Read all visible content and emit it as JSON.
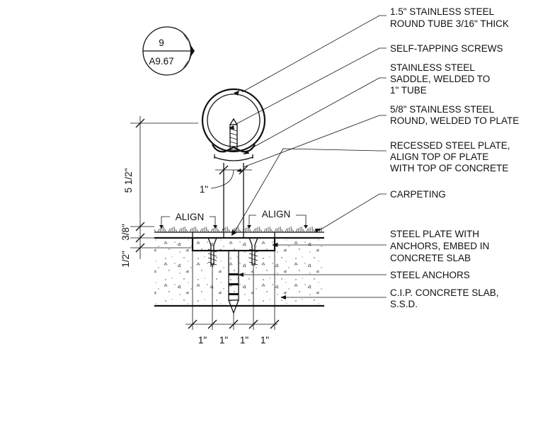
{
  "section_marker": {
    "number": "9",
    "sheet": "A9.67"
  },
  "callouts": [
    {
      "line1": "1.5\" STAINLESS STEEL",
      "line2": "ROUND TUBE 3/16\" THICK"
    },
    {
      "line1": "SELF-TAPPING SCREWS"
    },
    {
      "line1": "STAINLESS STEEL",
      "line2": "SADDLE, WELDED TO",
      "line3": "1\" TUBE"
    },
    {
      "line1": "5/8\" STAINLESS STEEL",
      "line2": "ROUND, WELDED TO PLATE"
    },
    {
      "line1": "RECESSED STEEL PLATE,",
      "line2": "ALIGN TOP OF PLATE",
      "line3": "WITH TOP OF CONCRETE"
    },
    {
      "line1": "CARPETING"
    },
    {
      "line1": "STEEL PLATE WITH",
      "line2": "ANCHORS, EMBED IN",
      "line3": "CONCRETE SLAB"
    },
    {
      "line1": "STEEL ANCHORS"
    },
    {
      "line1": "C.I.P. CONCRETE SLAB,",
      "line2": "S.S.D."
    }
  ],
  "align_labels": [
    "ALIGN",
    "ALIGN"
  ],
  "dimensions": {
    "height": "5 1/2\"",
    "carpet": "3/8\"",
    "plate": "1/2\"",
    "post": "1\"",
    "bottom": [
      "1\"",
      "1\"",
      "1\"",
      "1\""
    ]
  }
}
